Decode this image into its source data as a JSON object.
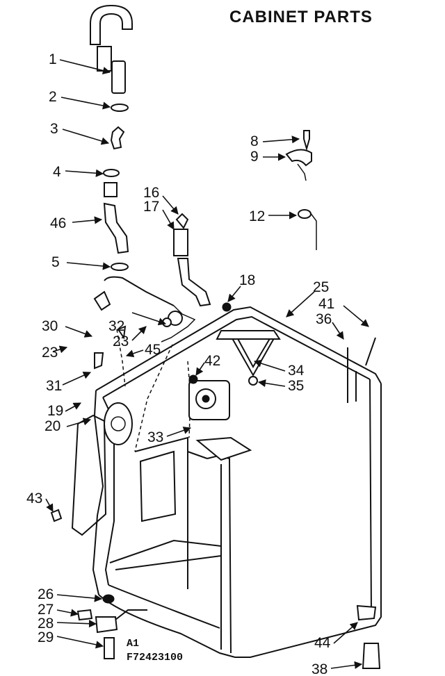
{
  "title": "CABINET PARTS",
  "diagram_code_line1": "A1",
  "diagram_code_line2": "F72423100",
  "callouts": {
    "c1": "1",
    "c2": "2",
    "c3": "3",
    "c4": "4",
    "c46": "46",
    "c5": "5",
    "c8": "8",
    "c9": "9",
    "c12": "12",
    "c16": "16",
    "c17": "17",
    "c18": "18",
    "c25": "25",
    "c41": "41",
    "c36": "36",
    "c30": "30",
    "c32": "32",
    "c23a": "23",
    "c45": "45",
    "c42": "42",
    "c34": "34",
    "c35": "35",
    "c23b": "23",
    "c31": "31",
    "c19": "19",
    "c20": "20",
    "c33": "33",
    "c43": "43",
    "c26": "26",
    "c27": "27",
    "c28": "28",
    "c29": "29",
    "c44": "44",
    "c38": "38"
  }
}
